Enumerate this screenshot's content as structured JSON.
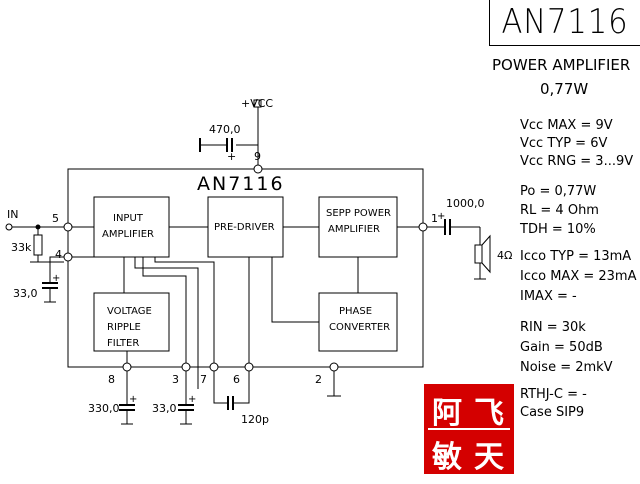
{
  "title": "AN7116",
  "subtitle": [
    "POWER AMPLIFIER",
    "0,77W"
  ],
  "specs": {
    "vcc_max": "Vcc MAX = 9V",
    "vcc_typ": "Vcc TYP = 6V",
    "vcc_rng": "Vcc RNG = 3...9V",
    "po": "Po = 0,77W",
    "rl": "RL = 4 Ohm",
    "tdh": "TDH = 10%",
    "icco_typ": "Icco TYP = 13mA",
    "icco_max": "Icco MAX = 23mA",
    "imax": "IMAX = -",
    "rin": "RIN = 30k",
    "gain": "Gain = 50dB",
    "noise": "Noise = 2mkV",
    "rthj": "RTHJ-C = -",
    "case": "Case SIP9"
  },
  "chip_label": "AN7116",
  "blocks": {
    "input_amp": [
      "INPUT",
      "AMPLIFIER"
    ],
    "pre_driver": "PRE-DRIVER",
    "sepp": [
      "SEPP POWER",
      "AMPLIFIER"
    ],
    "ripple": [
      "VOLTAGE",
      "RIPPLE",
      "FILTER"
    ],
    "phase": [
      "PHASE",
      "CONVERTER"
    ]
  },
  "labels": {
    "vcc": "+VCC",
    "c_vcc": "470,0",
    "c_vcc_plus": "+",
    "in": "IN",
    "r_in": "33k",
    "c_pin4": "33,0",
    "c_pin8": "330,0",
    "c_pin3": "33,0",
    "c_67": "120p",
    "c_out": "1000,0",
    "c_out_plus": "+",
    "speaker": "4Ω",
    "plus": "+"
  },
  "pins": {
    "p1": "1",
    "p2": "2",
    "p3": "3",
    "p4": "4",
    "p5": "5",
    "p6": "6",
    "p7": "7",
    "p8": "8",
    "p9": "9"
  },
  "logo": [
    "阿",
    "飞",
    "敏",
    "天"
  ],
  "colors": {
    "logo_bg": "#d40000",
    "line": "#000000"
  }
}
